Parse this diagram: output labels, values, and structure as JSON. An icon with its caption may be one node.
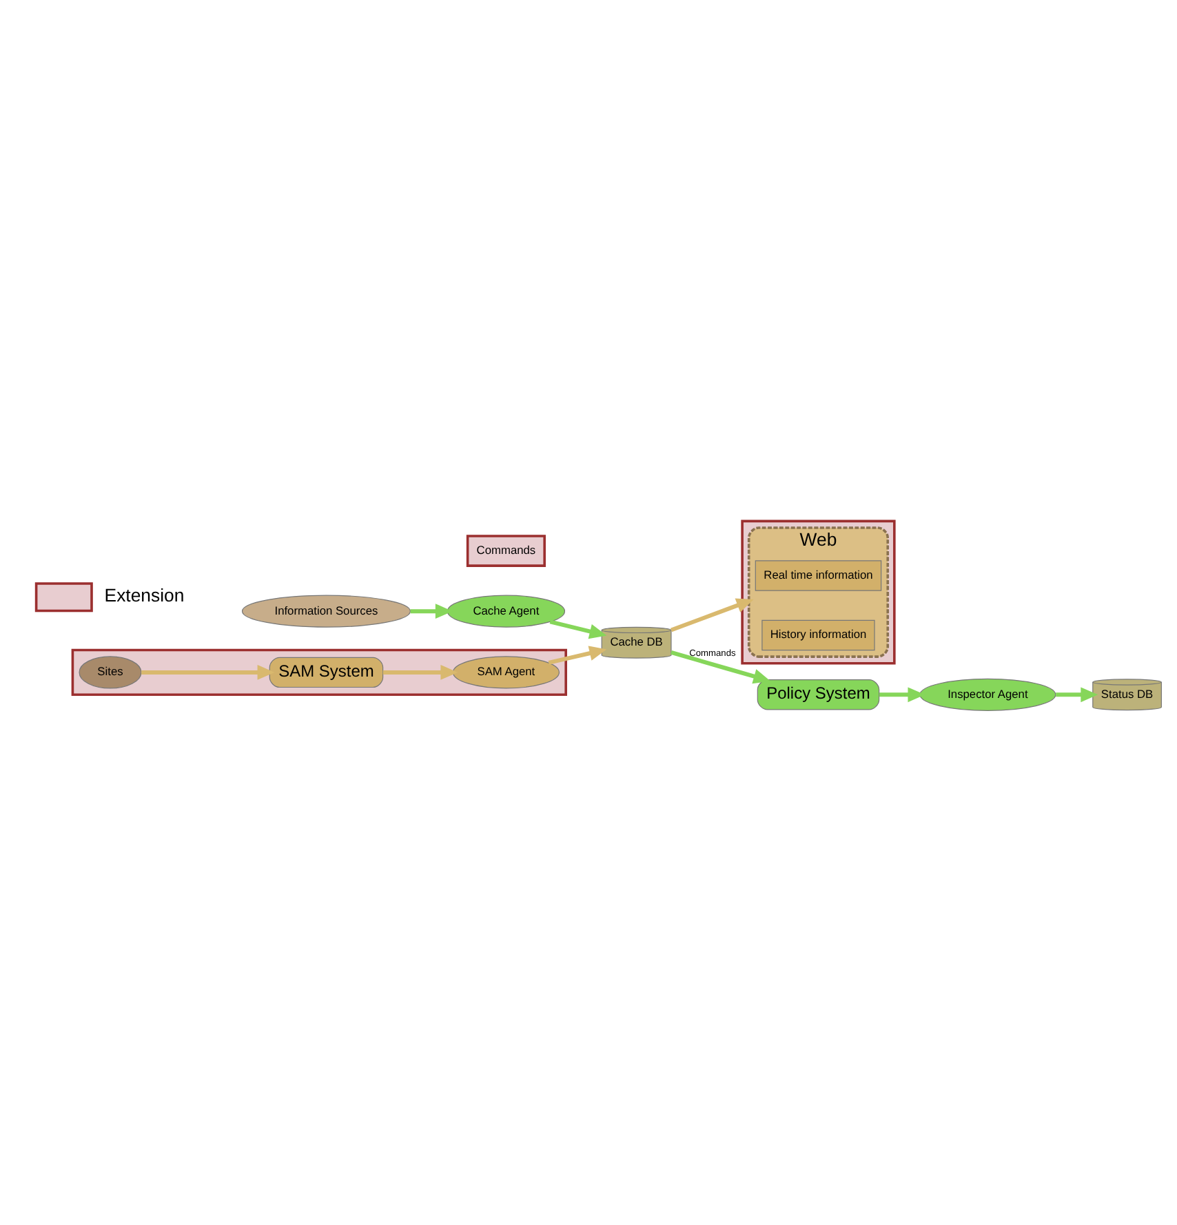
{
  "diagram": {
    "nodes": [
      {
        "text": [],
        "shape": "box"
      },
      {
        "text": [
          "Web"
        ],
        "in": 0
      },
      {
        "text": [
          "Real time information"
        ],
        "in": 1
      },
      {
        "text": [
          "History information"
        ],
        "in": 1
      },
      {
        "text": [
          "Information Sources"
        ]
      },
      {
        "text": [
          "Commands"
        ]
      },
      {
        "text": [
          "Cache Agent"
        ]
      },
      {
        "text": [
          "Cache DB"
        ]
      },
      {
        "text": [
          "Policy System"
        ]
      },
      {
        "text": [],
        "shape": "box"
      },
      {
        "text": [
          "SAM Agent"
        ],
        "in": 9
      },
      {
        "text": [
          "Sites"
        ],
        "in": 9
      },
      {
        "text": [
          "SAM System"
        ],
        "in": 9
      },
      {
        "text": [
          "Status DB"
        ]
      },
      {
        "text": [
          "Inspector Agent"
        ]
      }
    ],
    "edges": [
      {
        "from": 4,
        "to": 6,
        "arrow": "to"
      },
      {
        "from": 6,
        "to": 7,
        "arrow": "to"
      },
      {
        "from": 7,
        "to": 1,
        "arrow": "to",
        "color": "#d9b96e"
      },
      {
        "from": 10,
        "to": 7,
        "arrow": "to",
        "color": "#d9b96e"
      },
      {
        "from": 12,
        "to": 10,
        "arrow": "to",
        "color": "#d9b96e"
      },
      {
        "from": 11,
        "to": 12,
        "arrow": "to",
        "color": "#d9b96e"
      },
      {
        "from": 7,
        "to": 8,
        "arrow": "to",
        "label": "Commands"
      },
      {
        "from": 8,
        "to": 14,
        "arrow": "to"
      },
      {
        "from": 14,
        "to": 13,
        "arrow": "to"
      }
    ],
    "legend": [
      {
        "text": "Extension",
        "color": "#e8cdd0"
      }
    ]
  }
}
